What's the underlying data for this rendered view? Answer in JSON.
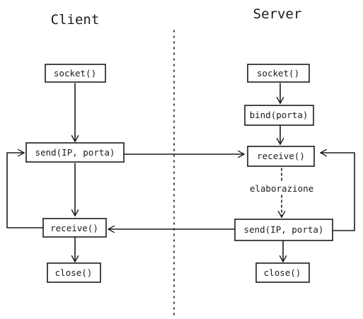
{
  "titles": {
    "client": "Client",
    "server": "Server"
  },
  "client": {
    "socket": "socket()",
    "send": "send(IP, porta)",
    "receive": "receive()",
    "close": "close()"
  },
  "server": {
    "socket": "socket()",
    "bind": "bind(porta)",
    "receive": "receive()",
    "send": "send(IP, porta)",
    "close": "close()"
  },
  "notes": {
    "processing": "elaborazione"
  },
  "colors": {
    "ink": "#1a1a1a",
    "background": "#ffffff"
  }
}
